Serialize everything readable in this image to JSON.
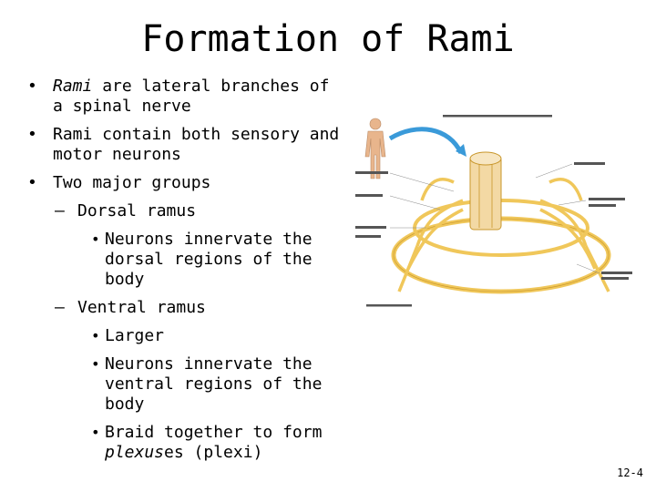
{
  "slide": {
    "title": "Formation of Rami",
    "page_number": "12-4"
  },
  "bullets": {
    "b1_em": "Rami",
    "b1_rest": " are lateral branches of a spinal nerve",
    "b2": "Rami contain both sensory and motor neurons",
    "b3": "Two major groups",
    "b3_1": "Dorsal ramus",
    "b3_1_1": "Neurons innervate the dorsal regions of the body",
    "b3_2": "Ventral ramus",
    "b3_2_1": "Larger",
    "b3_2_2": "Neurons innervate the ventral regions of the body",
    "b3_2_3_a": "Braid together to form ",
    "b3_2_3_em": "plexus",
    "b3_2_3_b": "es (plexi)"
  },
  "markers": {
    "bullet": "•",
    "dash": "–"
  },
  "colors": {
    "nerve": "#f0c75a",
    "nerve_dark": "#c8962a",
    "arrow": "#3a9ad9",
    "cord": "#f3d9a4",
    "skin": "#e8b58c"
  }
}
